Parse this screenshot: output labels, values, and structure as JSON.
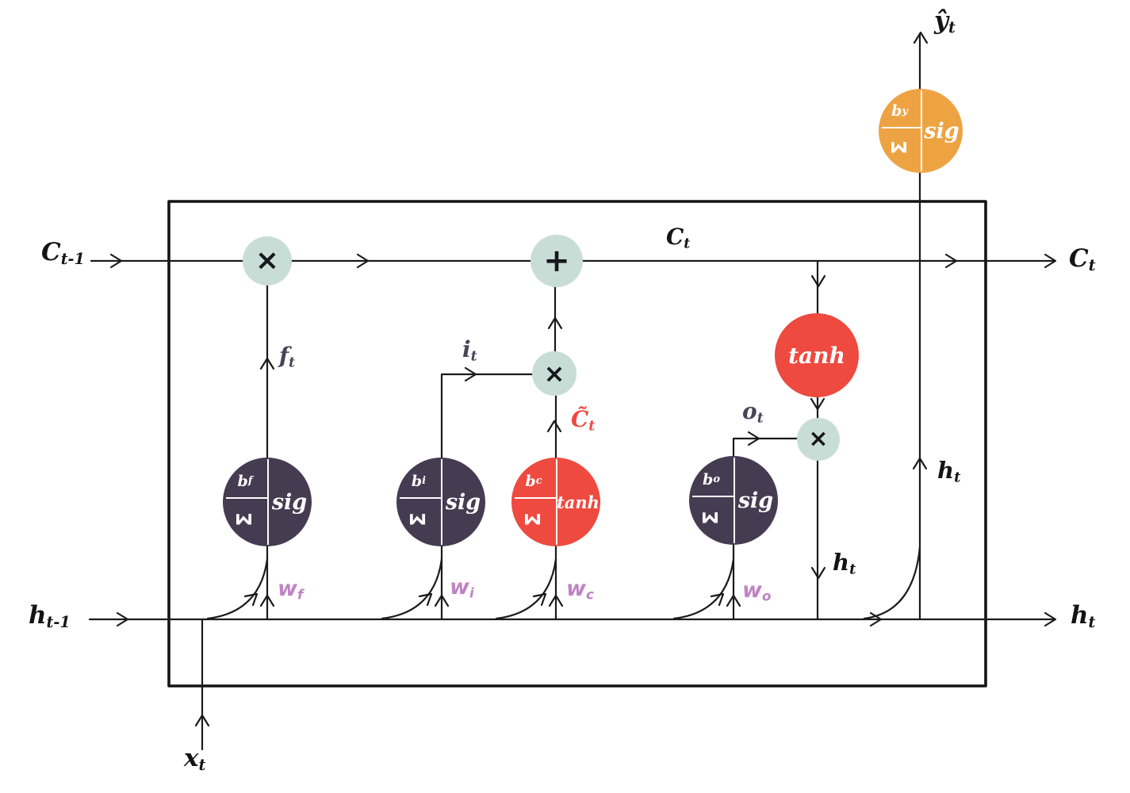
{
  "diagram": {
    "kind": "LSTM cell diagram (hand-drawn style)",
    "colors": {
      "gate_node": "#453c52",
      "candidate_node": "#ee4a40",
      "output_node": "#eea343",
      "operator_node": "#c8ddd6",
      "weight_label": "#c083c4",
      "gate_signal_label": "#4a4257",
      "candidate_label": "#ee4a40",
      "wire": "#1b1b1b"
    },
    "labels": {
      "c_prev": {
        "base": "C",
        "sub": "t-1"
      },
      "c_mid": {
        "base": "C",
        "sub": "t"
      },
      "c_out": {
        "base": "C",
        "sub": "t"
      },
      "h_prev": {
        "base": "h",
        "sub": "t-1"
      },
      "h_out": {
        "base": "h",
        "sub": "t"
      },
      "h_inner_down": {
        "base": "h",
        "sub": "t"
      },
      "h_inner_up": {
        "base": "h",
        "sub": "t"
      },
      "x_in": {
        "base": "x",
        "sub": "t"
      },
      "y_out": {
        "base": "ŷ",
        "sub": "t"
      },
      "forget": {
        "base": "f",
        "sub": "t"
      },
      "input": {
        "base": "i",
        "sub": "t"
      },
      "candidate": {
        "base": "C̃",
        "sub": "t"
      },
      "output": {
        "base": "o",
        "sub": "t"
      },
      "w_f": {
        "base": "w",
        "sub": "f"
      },
      "w_i": {
        "base": "w",
        "sub": "i"
      },
      "w_c": {
        "base": "w",
        "sub": "c"
      },
      "w_o": {
        "base": "w",
        "sub": "o"
      }
    },
    "gates": {
      "forget": {
        "bias_base": "b",
        "bias_sub": "f",
        "sum": "Σ",
        "activation": "sig"
      },
      "input": {
        "bias_base": "b",
        "bias_sub": "i",
        "sum": "Σ",
        "activation": "sig"
      },
      "candidate": {
        "bias_base": "b",
        "bias_sub": "c",
        "sum": "Σ",
        "activation": "tanh"
      },
      "output": {
        "bias_base": "b",
        "bias_sub": "o",
        "sum": "Σ",
        "activation": "sig"
      },
      "final": {
        "bias_base": "b",
        "bias_sub": "y",
        "sum": "Σ",
        "activation": "sig"
      }
    },
    "operators": {
      "multiply": "×",
      "add": "+",
      "tanh": "tanh"
    }
  }
}
